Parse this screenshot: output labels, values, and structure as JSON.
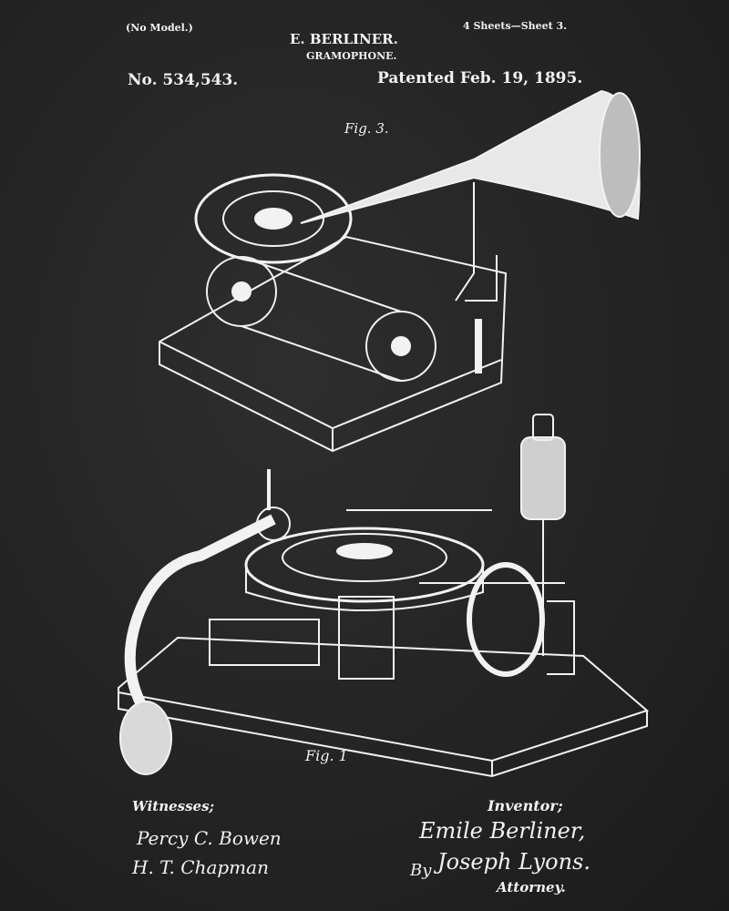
{
  "header": {
    "no_model": "(No Model.)",
    "sheets": "4 Sheets—Sheet 3.",
    "inventor_name": "E. BERLINER.",
    "invention": "GRAMOPHONE.",
    "patent_number": "No. 534,543.",
    "patent_date": "Patented Feb. 19, 1895."
  },
  "figures": {
    "fig3_label": "Fig. 3.",
    "fig1_label": "Fig. 1"
  },
  "footer": {
    "witnesses_label": "Witnesses;",
    "witness_1": "Percy C. Bowen",
    "witness_2": "H. T. Chapman",
    "inventor_label": "Inventor;",
    "inventor_signature": "Emile Berliner,",
    "by_label": "By",
    "attorney_signature": "Joseph Lyons.",
    "attorney_label": "Attorney."
  },
  "colors": {
    "background": "#262626",
    "ink": "#f2f2f2"
  }
}
